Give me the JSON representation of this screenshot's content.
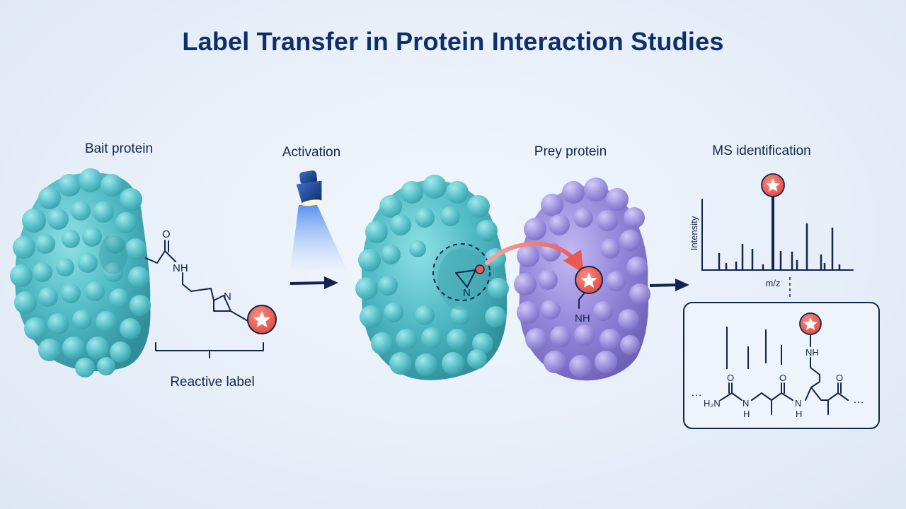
{
  "title": "Label Transfer in Protein Interaction Studies",
  "labels": {
    "bait": "Bait protein",
    "activation": "Activation",
    "prey": "Prey protein",
    "ms": "MS identification",
    "reactive": "Reactive label"
  },
  "spectrum": {
    "ylabel": "Intensity",
    "xlabel": "m/z"
  },
  "chem": {
    "carbonyl_o": "O",
    "amide_nh": "NH",
    "diazirine_n": "N",
    "active_n": "N",
    "prey_nh": "NH",
    "peptide_nh": "NH",
    "o1": "O",
    "o2": "O",
    "o3": "O",
    "h2n": "H₂N",
    "n1": "N",
    "h1": "H",
    "n2": "N",
    "h2": "H",
    "dots_left": "…",
    "dots_right": "…"
  },
  "colors": {
    "bait": "#5bc4cc",
    "prey": "#9b8fdc",
    "label_red": "#ea5a52",
    "navy": "#13254d"
  }
}
